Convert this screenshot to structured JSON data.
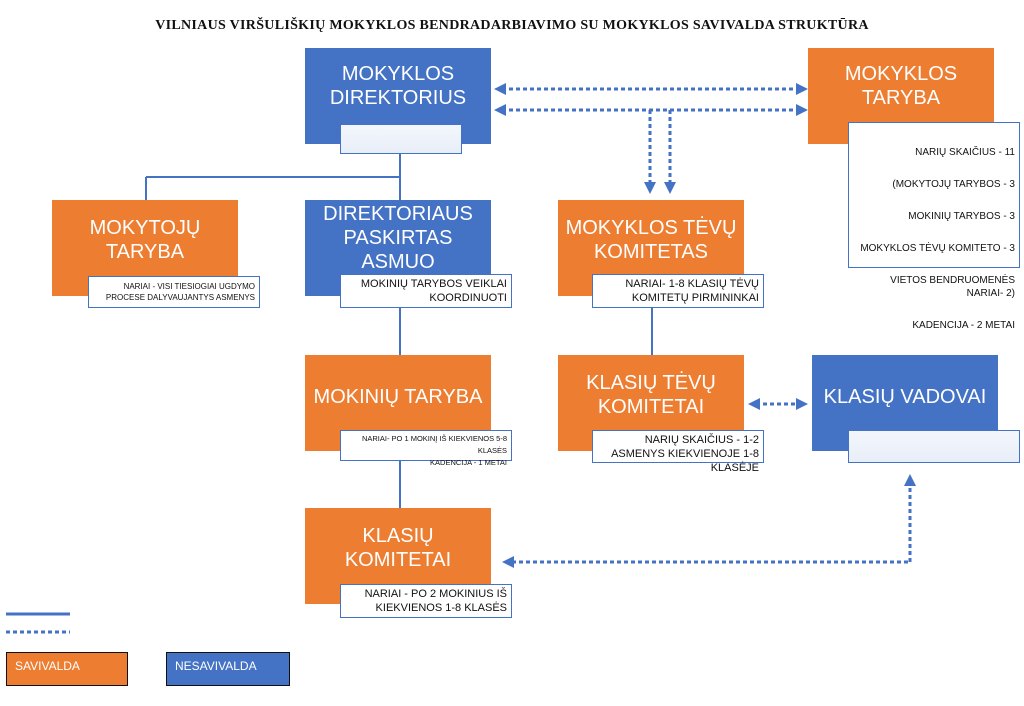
{
  "title": "VILNIAUS VIRŠULIŠKIŲ MOKYKLOS BENDRADARBIAVIMO SU MOKYKLOS SAVIVALDA STRUKTŪRA",
  "colors": {
    "savivalda": "#ed7d31",
    "nesavivalda": "#4472c4"
  },
  "nodes": {
    "direktorius": {
      "label": "MOKYKLOS\nDIREKTORIUS",
      "note": ""
    },
    "taryba": {
      "label": "MOKYKLOS\nTARYBA",
      "note_rows": [
        "NARIŲ SKAIČIUS - 11",
        "(MOKYTOJŲ TARYBOS - 3",
        "MOKINIŲ TARYBOS - 3",
        "MOKYKLOS TĖVŲ KOMITETO - 3",
        "VIETOS BENDRUOMENĖS NARIAI- 2)",
        "KADENCIJA - 2 METAI"
      ]
    },
    "mokytoju_taryba": {
      "label": "MOKYTOJŲ\nTARYBA",
      "note": "NARIAI - VISI TIESIOGIAI UGDYMO PROCESE DALYVAUJANTYS ASMENYS"
    },
    "paskirtas": {
      "label": "DIREKTORIAUS\nPASKIRTAS\nASMUO",
      "note": "MOKINIŲ TARYBOS VEIKLAI KOORDINUOTI"
    },
    "tevu_komitetas": {
      "label": "MOKYKLOS TĖVŲ\nKOMITETAS",
      "note": "NARIAI- 1-8 KLASIŲ TĖVŲ KOMITETŲ PIRMININKAI"
    },
    "mokiniu_taryba": {
      "label": "MOKINIŲ TARYBA",
      "note": "NARIAI- PO 1 MOKINĮ IŠ KIEKVIENOS 5-8 KLASĖS\nKADENCIJA - 1 METAI"
    },
    "klasiu_tevu": {
      "label": "KLASIŲ TĖVŲ\nKOMITETAI",
      "note": "NARIŲ SKAIČIUS - 1-2 ASMENYS KIEKVIENOJE 1-8 KLASĖJE"
    },
    "klasiu_vadovai": {
      "label": "KLASIŲ VADOVAI",
      "note": ""
    },
    "klasiu_komitetai": {
      "label": "KLASIŲ\nKOMITETAI",
      "note": "NARIAI - PO 2 MOKINIUS IŠ KIEKVIENOS 1-8 KLASĖS"
    }
  },
  "legend": {
    "savivalda": "SAVIVALDA",
    "nesavivalda": "NESAVIVALDA"
  }
}
